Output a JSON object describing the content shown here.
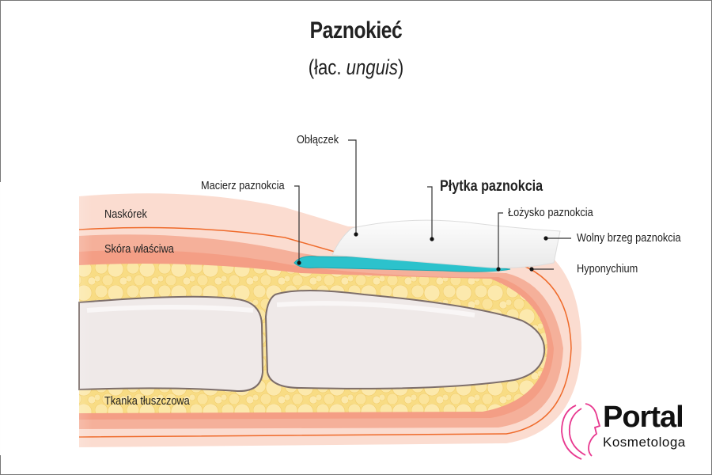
{
  "header": {
    "title": "Paznokieć",
    "subtitle_prefix": "(łac. ",
    "subtitle_latin": "unguis",
    "subtitle_suffix": ")"
  },
  "labels": {
    "oblaczek": "Obłączek",
    "macierz": "Macierz paznokcia",
    "plytka": "Płytka paznokcia",
    "lozysko": "Łożysko paznokcia",
    "wolny_brzeg": "Wolny brzeg paznokcia",
    "hyponychium": "Hyponychium",
    "naskorek": "Naskórek",
    "skora": "Skóra właściwa",
    "tkanka": "Tkanka tłuszczowa"
  },
  "logo": {
    "name": "Portal",
    "tagline": "Kosmetologa",
    "icon": "woman-profile-icon",
    "color": "#e8388f"
  },
  "colors": {
    "epidermis": "#f9d5c8",
    "dermis": "#f3a58c",
    "orange_line": "#ef6a2a",
    "fat": "#f9e08a",
    "bone": "#efe9e8",
    "bone_outline": "#7d6e6a",
    "nail_plate": "#f6f6f6",
    "nail_bed": "#2cc2cc"
  }
}
